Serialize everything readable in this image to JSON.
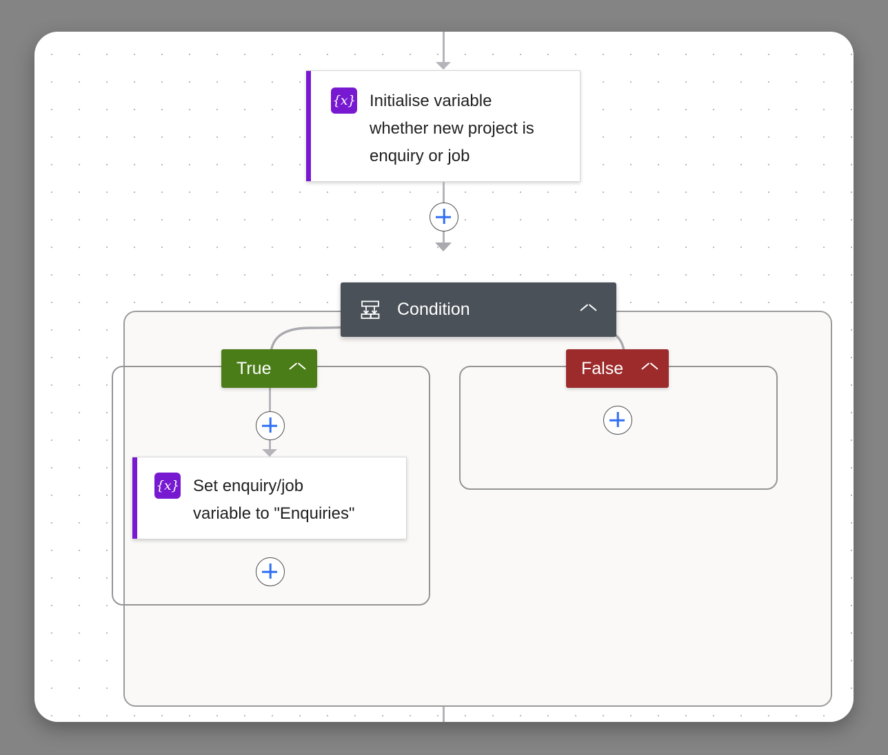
{
  "canvas": {
    "background_color": "#848484",
    "panel_color": "#ffffff"
  },
  "nodes": [
    {
      "id": "initialise-variable",
      "type": "action-card",
      "icon": "variable-icon",
      "icon_glyph": "{x}",
      "icon_color": "#7719d1",
      "title": "Initialise variable whether new project is enquiry or job"
    },
    {
      "id": "condition",
      "type": "condition-header",
      "icon": "condition-icon",
      "title": "Condition",
      "collapse_icon": "chevron-up-icon",
      "header_color": "#4a5158",
      "body_color": "#faf9f7"
    },
    {
      "id": "set-variable",
      "type": "action-card",
      "icon": "variable-icon",
      "icon_glyph": "{x}",
      "icon_color": "#7719d1",
      "title": "Set enquiry/job variable to \"Enquiries\""
    }
  ],
  "condition_node": {
    "title": "Condition",
    "icon_glyph": "condition-icon",
    "collapse_icon": "chevron-up-icon"
  },
  "branches": [
    {
      "id": "true",
      "label": "True",
      "color": "#4a7d17",
      "collapse_icon": "chevron-up-icon",
      "children": [
        {
          "type": "action-card",
          "icon_glyph": "{x}",
          "title": "Set enquiry/job variable to \"Enquiries\""
        }
      ],
      "add_buttons": 2
    },
    {
      "id": "false",
      "label": "False",
      "color": "#9d2b2b",
      "collapse_icon": "chevron-up-icon",
      "children": [],
      "add_buttons": 1
    }
  ],
  "cards": {
    "initialise": {
      "line1": "Initialise variable",
      "line2": "whether new project is",
      "line3": "enquiry or job",
      "icon_glyph": "{x}"
    },
    "set_variable": {
      "line1": "Set enquiry/job",
      "line2": "variable to \"Enquiries\"",
      "icon_glyph": "{x}"
    }
  },
  "add_buttons": [
    {
      "id": "add-after-initialise",
      "label": "+"
    },
    {
      "id": "add-in-true-before-set",
      "label": "+"
    },
    {
      "id": "add-in-true-after-set",
      "label": "+"
    },
    {
      "id": "add-in-false",
      "label": "+"
    }
  ],
  "colors": {
    "accent_purple": "#7719d1",
    "plus_blue": "#2f6ef5",
    "condition_gray": "#4a5158",
    "true_green": "#4a7d17",
    "false_red": "#9d2b2b",
    "connector_gray": "#b4b4ba",
    "scope_border": "#9a9a9a",
    "scope_fill": "#faf9f7"
  }
}
